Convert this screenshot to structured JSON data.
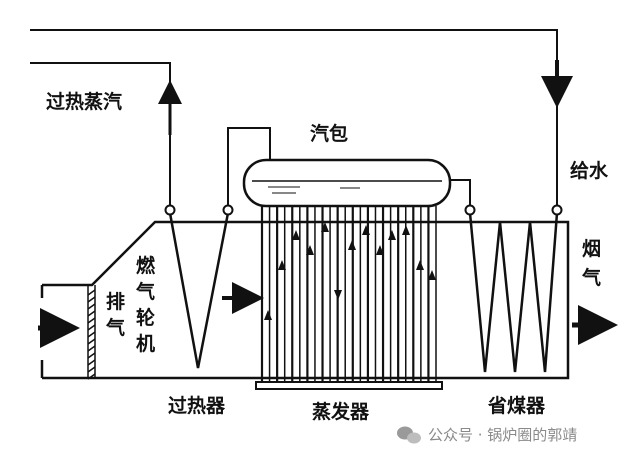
{
  "labels": {
    "superheated_steam": "过热蒸汽",
    "drum": "汽包",
    "feedwater": "给水",
    "flue_gas_1": "烟",
    "flue_gas_2": "气",
    "exhaust_1": "排",
    "exhaust_2": "气",
    "gas_turbine_1": "燃",
    "gas_turbine_2": "气",
    "gas_turbine_3": "轮",
    "gas_turbine_4": "机",
    "superheater": "过热器",
    "evaporator": "蒸发器",
    "economizer": "省煤器"
  },
  "watermark": {
    "text": "公众号 · 锅炉圈的郭靖",
    "icon": "wechat-icon"
  },
  "colors": {
    "ink": "#111111",
    "watermark": "#8a8a8a"
  }
}
